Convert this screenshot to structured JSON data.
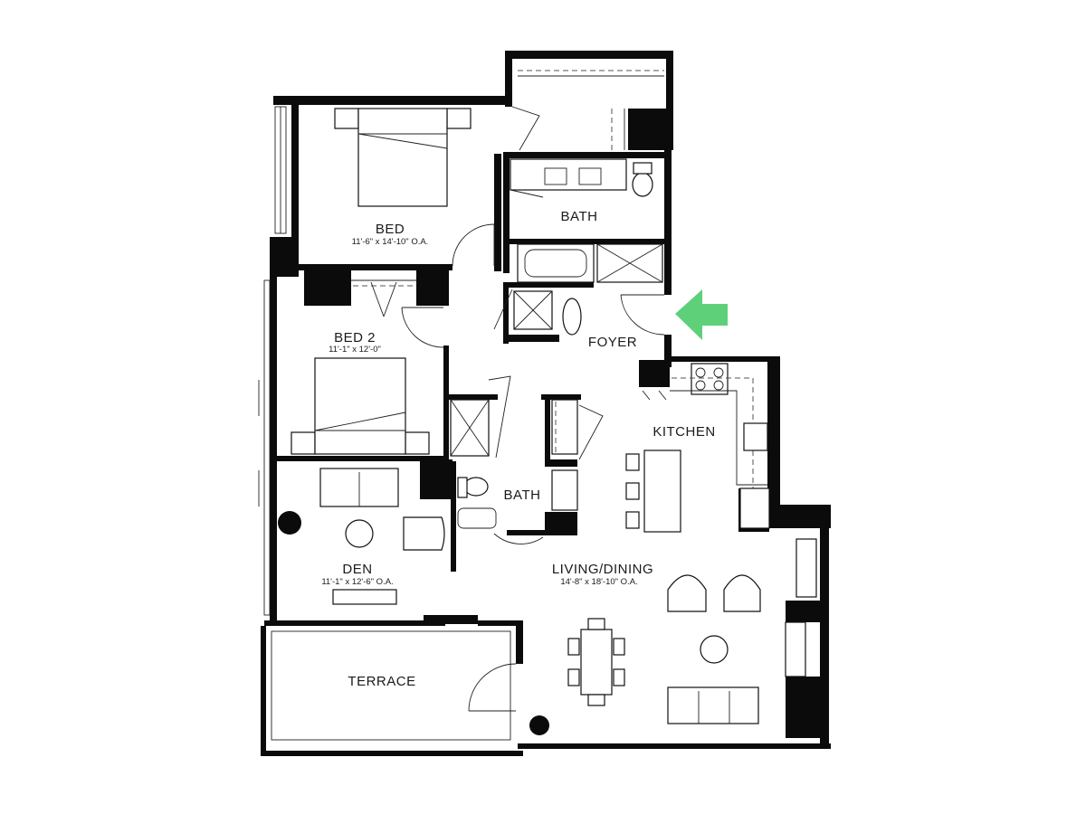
{
  "rooms": {
    "bed": {
      "name": "BED",
      "dims": "11'-6\" x 14'-10\" O.A."
    },
    "bath_master": {
      "name": "BATH"
    },
    "foyer": {
      "name": "FOYER"
    },
    "bed2": {
      "name": "BED 2",
      "dims": "11'-1\" x 12'-0\""
    },
    "kitchen": {
      "name": "KITCHEN"
    },
    "bath2": {
      "name": "BATH"
    },
    "den": {
      "name": "DEN",
      "dims": "11'-1\" x 12'-6\" O.A."
    },
    "living": {
      "name": "LIVING/DINING",
      "dims": "14'-8\" x 18'-10\" O.A."
    },
    "terrace": {
      "name": "TERRACE"
    }
  },
  "colors": {
    "wall": "#0b0b0b",
    "entry_arrow": "#5fd07a",
    "background": "#ffffff"
  },
  "icons": {
    "entry": "entry-arrow-icon"
  }
}
